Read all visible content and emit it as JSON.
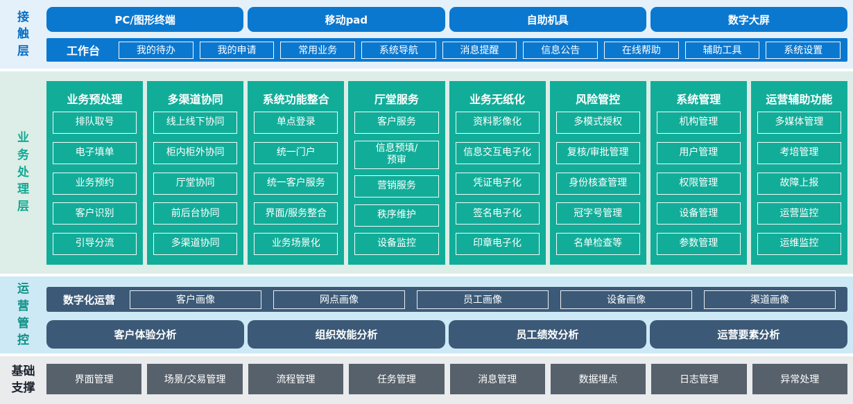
{
  "colors": {
    "blue": "#0b78d0",
    "green": "#12ad99",
    "slate": "#3c5a77",
    "gray": "#57616b",
    "bg_contact": "#e4f1fa",
    "bg_business": "#dceee7",
    "bg_ops": "#cde9f6",
    "bg_foundation": "#e9ebed",
    "label_blue": "#0a6fc4",
    "label_green": "#12a893",
    "label_teal": "#0f9185",
    "label_dark": "#1d242e"
  },
  "contact": {
    "label": "接触层",
    "terminals": [
      "PC/图形终端",
      "移动pad",
      "自助机具",
      "数字大屏"
    ],
    "workbench": {
      "label": "工作台",
      "items": [
        "我的待办",
        "我的申请",
        "常用业务",
        "系统导航",
        "消息提醒",
        "信息公告",
        "在线帮助",
        "辅助工具",
        "系统设置"
      ]
    }
  },
  "business": {
    "label": "业务处理层",
    "columns": [
      {
        "title": "业务预处理",
        "items": [
          "排队取号",
          "电子填单",
          "业务预约",
          "客户识别",
          "引导分流"
        ]
      },
      {
        "title": "多渠道协同",
        "items": [
          "线上线下协同",
          "柜内柜外协同",
          "厅堂协同",
          "前后台协同",
          "多渠道协同"
        ]
      },
      {
        "title": "系统功能整合",
        "items": [
          "单点登录",
          "统一门户",
          "统一客户服务",
          "界面/服务整合",
          "业务场景化"
        ]
      },
      {
        "title": "厅堂服务",
        "items": [
          "客户服务",
          "信息预填/\n预审",
          "营销服务",
          "秩序维护",
          "设备监控"
        ]
      },
      {
        "title": "业务无纸化",
        "items": [
          "资料影像化",
          "信息交互电子化",
          "凭证电子化",
          "签名电子化",
          "印章电子化"
        ]
      },
      {
        "title": "风险管控",
        "items": [
          "多模式授权",
          "复核/审批管理",
          "身份核查管理",
          "冠字号管理",
          "名单检查等"
        ]
      },
      {
        "title": "系统管理",
        "items": [
          "机构管理",
          "用户管理",
          "权限管理",
          "设备管理",
          "参数管理"
        ]
      },
      {
        "title": "运营辅助功能",
        "items": [
          "多媒体管理",
          "考培管理",
          "故障上报",
          "运营监控",
          "运维监控"
        ]
      }
    ]
  },
  "operations": {
    "label": "运营管控",
    "digital": {
      "label": "数字化运营",
      "items": [
        "客户画像",
        "网点画像",
        "员工画像",
        "设备画像",
        "渠道画像"
      ]
    },
    "analysis": [
      "客户体验分析",
      "组织效能分析",
      "员工绩效分析",
      "运营要素分析"
    ]
  },
  "foundation": {
    "label": "基础支撑",
    "items": [
      "界面管理",
      "场景/交易管理",
      "流程管理",
      "任务管理",
      "消息管理",
      "数据埋点",
      "日志管理",
      "异常处理"
    ]
  }
}
